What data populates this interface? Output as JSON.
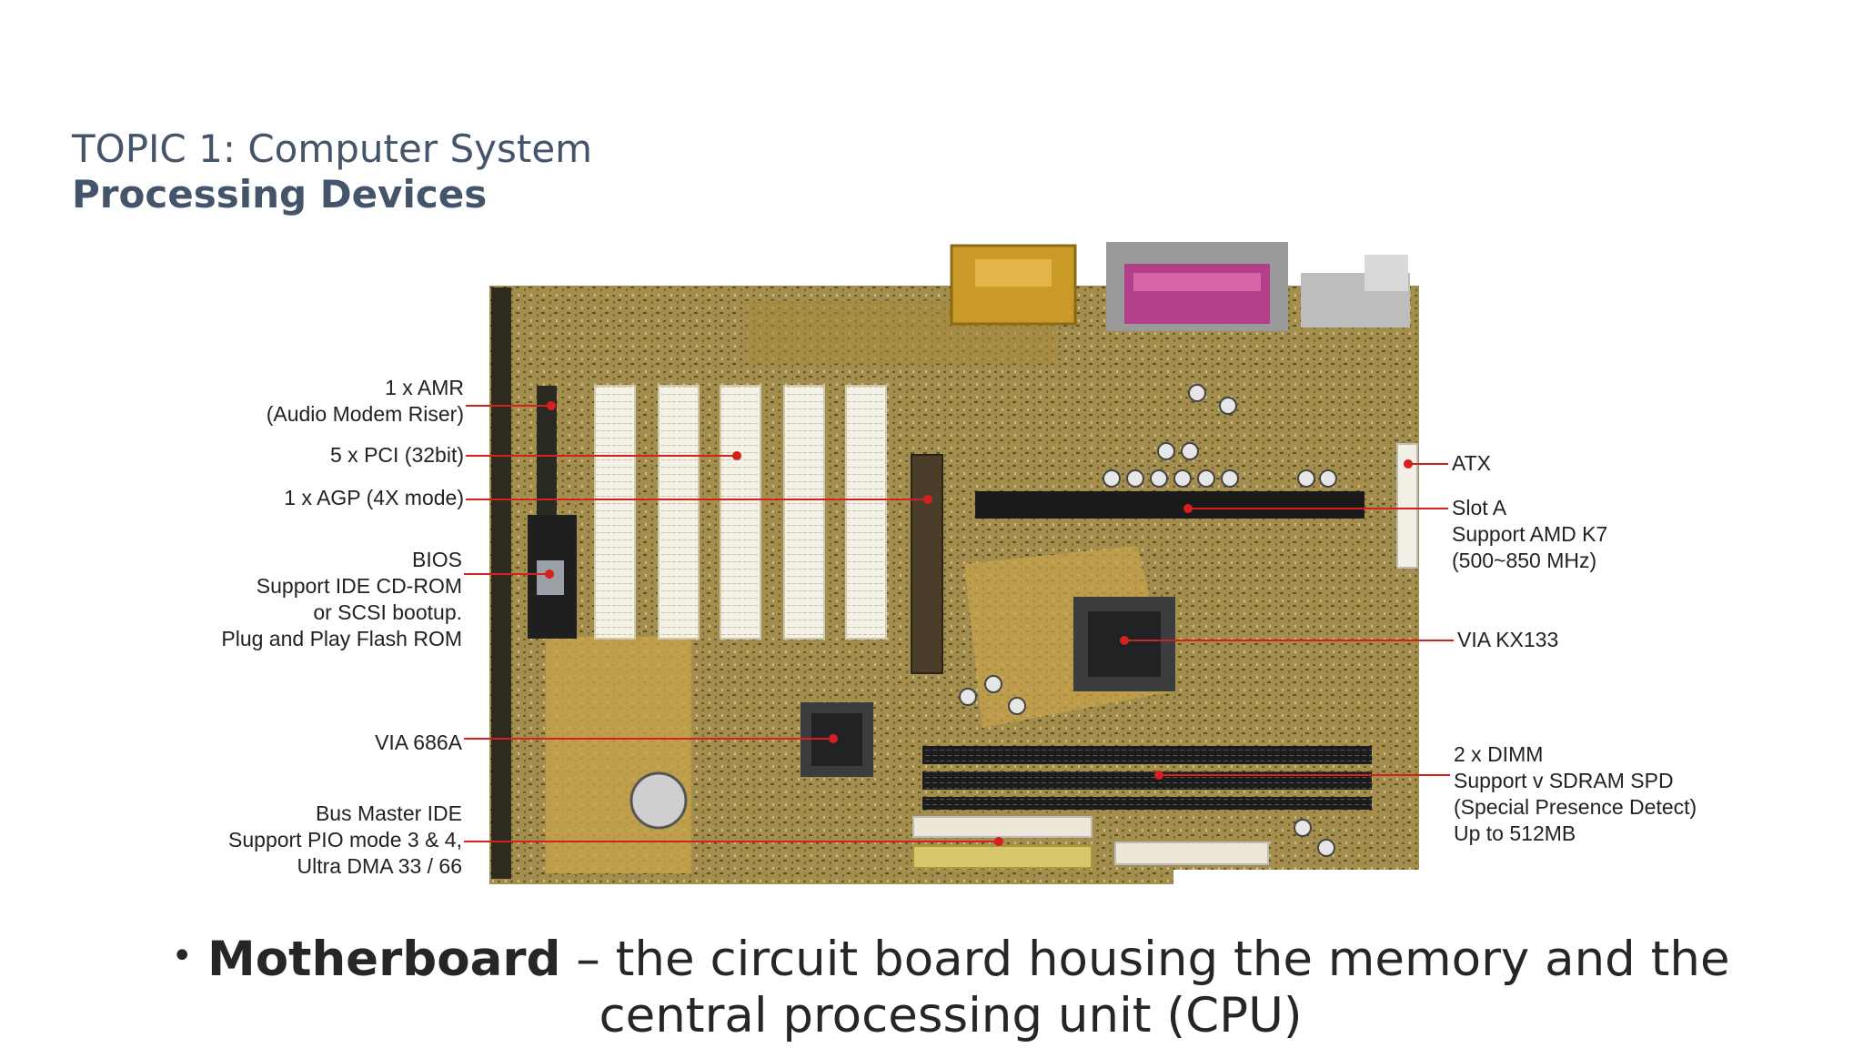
{
  "slide": {
    "topic": "TOPIC 1: Computer System",
    "subtitle": "Processing Devices"
  },
  "figure": {
    "callouts_left": [
      {
        "lines": [
          "1 x AMR",
          "(Audio Modem Riser)"
        ]
      },
      {
        "lines": [
          "5 x PCI (32bit)"
        ]
      },
      {
        "lines": [
          "1 x AGP (4X mode)"
        ]
      },
      {
        "lines": [
          "BIOS",
          "Support IDE CD-ROM",
          "or SCSI bootup.",
          "Plug and Play Flash ROM"
        ]
      },
      {
        "lines": [
          "VIA 686A"
        ]
      },
      {
        "lines": [
          "Bus Master IDE",
          "Support PIO mode 3 & 4,",
          "Ultra DMA 33 / 66"
        ]
      }
    ],
    "callouts_right": [
      {
        "lines": [
          "ATX"
        ]
      },
      {
        "lines": [
          "Slot A",
          "Support AMD K7",
          "(500~850 MHz)"
        ]
      },
      {
        "lines": [
          "VIA KX133"
        ]
      },
      {
        "lines": [
          "2 x DIMM",
          "Support v SDRAM SPD",
          "(Special Presence Detect)",
          "Up to 512MB"
        ]
      }
    ],
    "leader_color": "#d62020",
    "board_color": "#b8963a"
  },
  "bullet": {
    "term": "Motherboard",
    "definition": " – the circuit board housing the memory and the central processing unit (CPU)"
  }
}
